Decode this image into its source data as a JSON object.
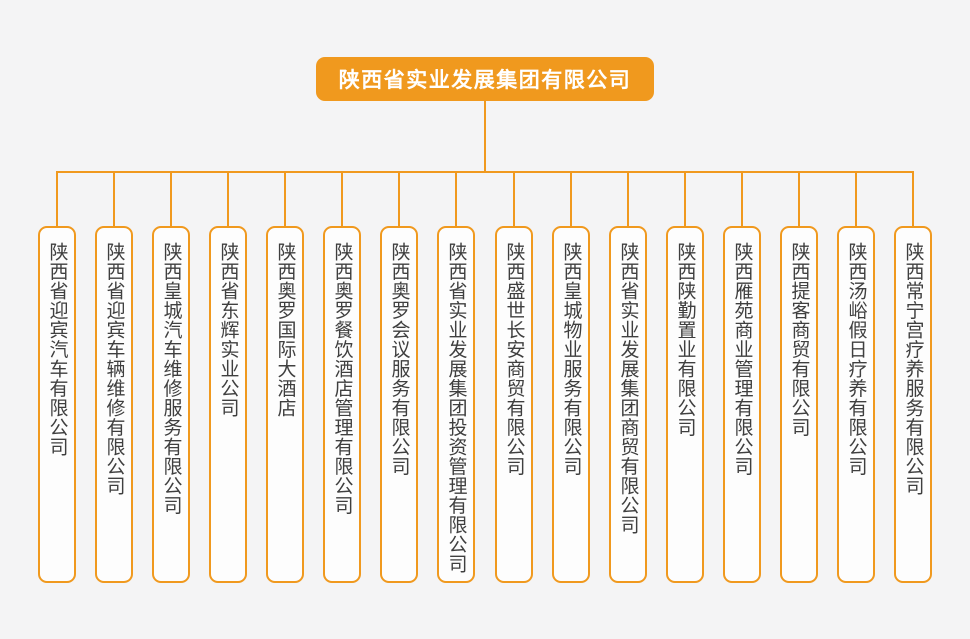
{
  "colors": {
    "accent": "#F0991E",
    "background": "#F4F4F5",
    "node_fill": "#FDFDFD",
    "node_text": "#3F3F3F",
    "root_text": "#FFFFFF"
  },
  "root": {
    "label": "陕西省实业发展集团有限公司"
  },
  "children": [
    {
      "label": "陕西省迎宾汽车有限公司"
    },
    {
      "label": "陕西省迎宾车辆维修有限公司"
    },
    {
      "label": "陕西皇城汽车维修服务有限公司"
    },
    {
      "label": "陕西省东辉实业公司"
    },
    {
      "label": "陕西奥罗国际大酒店"
    },
    {
      "label": "陕西奥罗餐饮酒店管理有限公司"
    },
    {
      "label": "陕西奥罗会议服务有限公司"
    },
    {
      "label": "陕西省实业发展集团投资管理有限公司"
    },
    {
      "label": "陕西盛世长安商贸有限公司"
    },
    {
      "label": "陕西皇城物业服务有限公司"
    },
    {
      "label": "陕西省实业发展集团商贸有限公司"
    },
    {
      "label": "陕西陕勤置业有限公司"
    },
    {
      "label": "陕西雁苑商业管理有限公司"
    },
    {
      "label": "陕西提客商贸有限公司"
    },
    {
      "label": "陕西汤峪假日疗养有限公司"
    },
    {
      "label": "陕西常宁宫疗养服务有限公司"
    }
  ]
}
